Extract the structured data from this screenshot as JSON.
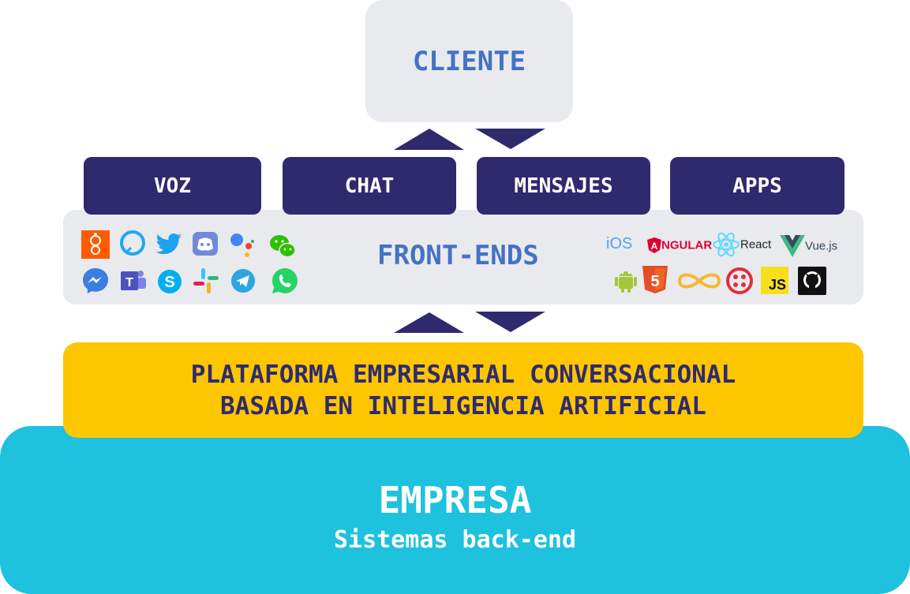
{
  "cliente": {
    "label": "CLIENTE"
  },
  "channels": [
    {
      "label": "VOZ"
    },
    {
      "label": "CHAT"
    },
    {
      "label": "MENSAJES"
    },
    {
      "label": "APPS"
    }
  ],
  "frontends": {
    "label": "FRONT-ENDS",
    "left_icons": [
      "genesys-icon",
      "alexa-icon",
      "twitter-icon",
      "discord-icon",
      "google-assistant-icon",
      "wechat-icon",
      "messenger-icon",
      "teams-icon",
      "skype-icon",
      "slack-icon",
      "telegram-icon",
      "whatsapp-icon"
    ],
    "right_icons": [
      "ios-icon",
      "angular-icon",
      "react-icon",
      "vuejs-icon",
      "android-icon",
      "html5-icon",
      "infinity-icon",
      "twilio-icon",
      "javascript-icon",
      "github-icon"
    ],
    "ios_text": "iOS",
    "angular_text": "NGULAR",
    "react_text": "React",
    "vue_text": "Vue.js",
    "js_text": "JS",
    "html5_text": "5"
  },
  "platform": {
    "line1": "PLATAFORMA EMPRESARIAL CONVERSACIONAL",
    "line2": "BASADA EN INTELIGENCIA ARTIFICIAL"
  },
  "empresa": {
    "title": "EMPRESA",
    "subtitle": "Sistemas back-end"
  },
  "colors": {
    "navy": "#2f2a6e",
    "blue_text": "#4472c4",
    "light_gray": "#e9eaee",
    "yellow": "#fdc600",
    "cyan": "#1ec1de"
  }
}
